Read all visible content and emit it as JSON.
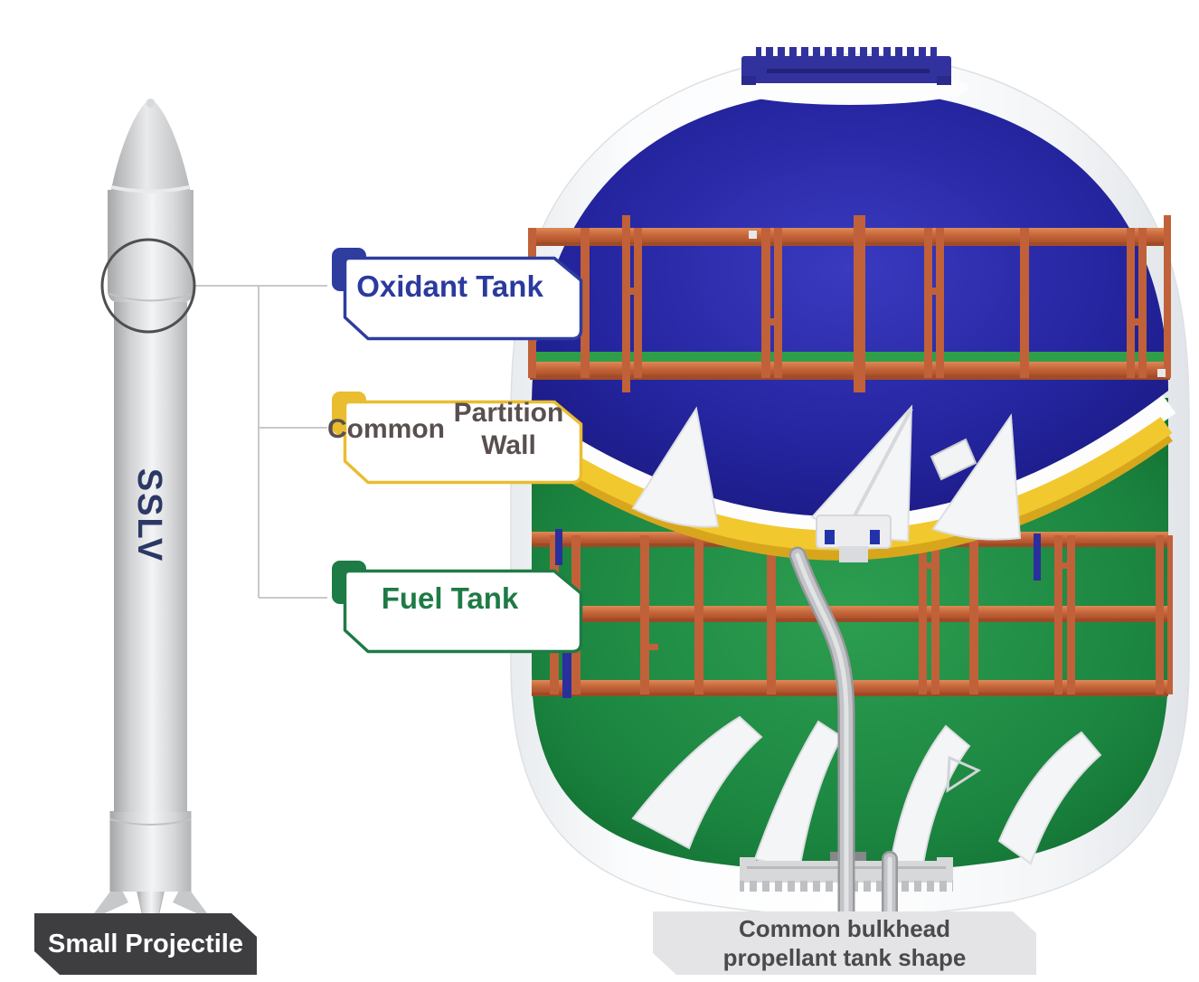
{
  "scene": {
    "background": "#ffffff",
    "type": "propellant-tank-cutaway-diagram"
  },
  "rocket": {
    "label": "SSLV",
    "badge_label": "Small Projectile",
    "badge_color": "#3e3e40",
    "body_color": "#d9dadb",
    "label_color": "#2c3866"
  },
  "callouts": {
    "oxidant": {
      "label": "Oxidant Tank",
      "color": "#2e3d9e"
    },
    "partition": {
      "line1": "Common",
      "line2": "Partition Wall",
      "color": "#e9bd2f",
      "text_color": "#5a4f4f"
    },
    "fuel": {
      "label": "Fuel Tank",
      "color": "#1e7b45"
    }
  },
  "caption": {
    "line1": "Common bulkhead",
    "line2": "propellant tank shape",
    "bg_color": "#e4e4e6",
    "text_color": "#4a4a4c"
  },
  "tank": {
    "oxidant_fill_color": "#22228f",
    "fuel_fill_color": "#15793a",
    "bulkhead_color": "#f2c82f",
    "scaffold_color": "#c4653a",
    "shell_color": "#ffffff",
    "flange_color": "#32329f",
    "pipe_color": "#bcbec1",
    "baffle_strip_color": "#2f9e48"
  },
  "annotation": {
    "circle_color": "#4f4f51",
    "connector_color": "#c9c9c9"
  }
}
